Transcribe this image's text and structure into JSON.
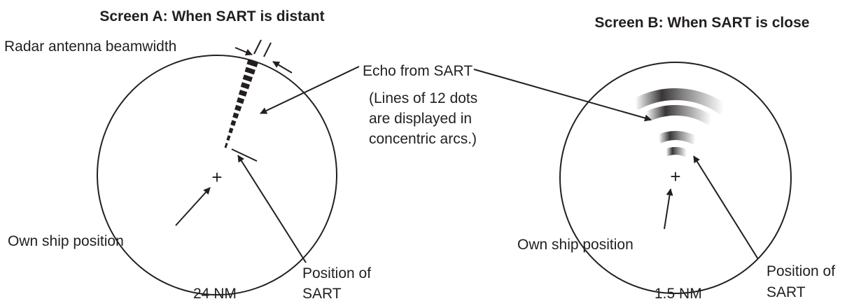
{
  "screen_a": {
    "title": "Screen A: When SART is distant",
    "beamwidth_label": "Radar antenna beamwidth",
    "own_ship_label": "Own ship position",
    "position_label_line1": "Position of",
    "position_label_line2": "SART",
    "range_label": "24 NM"
  },
  "screen_b": {
    "title": "Screen B: When SART is close",
    "own_ship_label": "Own ship position",
    "position_label_line1": "Position of",
    "position_label_line2": "SART",
    "range_label": "1.5 NM"
  },
  "echo": {
    "label": "Echo from SART",
    "note_line1": "(Lines of 12 dots",
    "note_line2": "are displayed in",
    "note_line3": "concentric arcs.)"
  },
  "own_ship_marker": "+",
  "colors": {
    "ink": "#231f20",
    "background": "#ffffff"
  }
}
